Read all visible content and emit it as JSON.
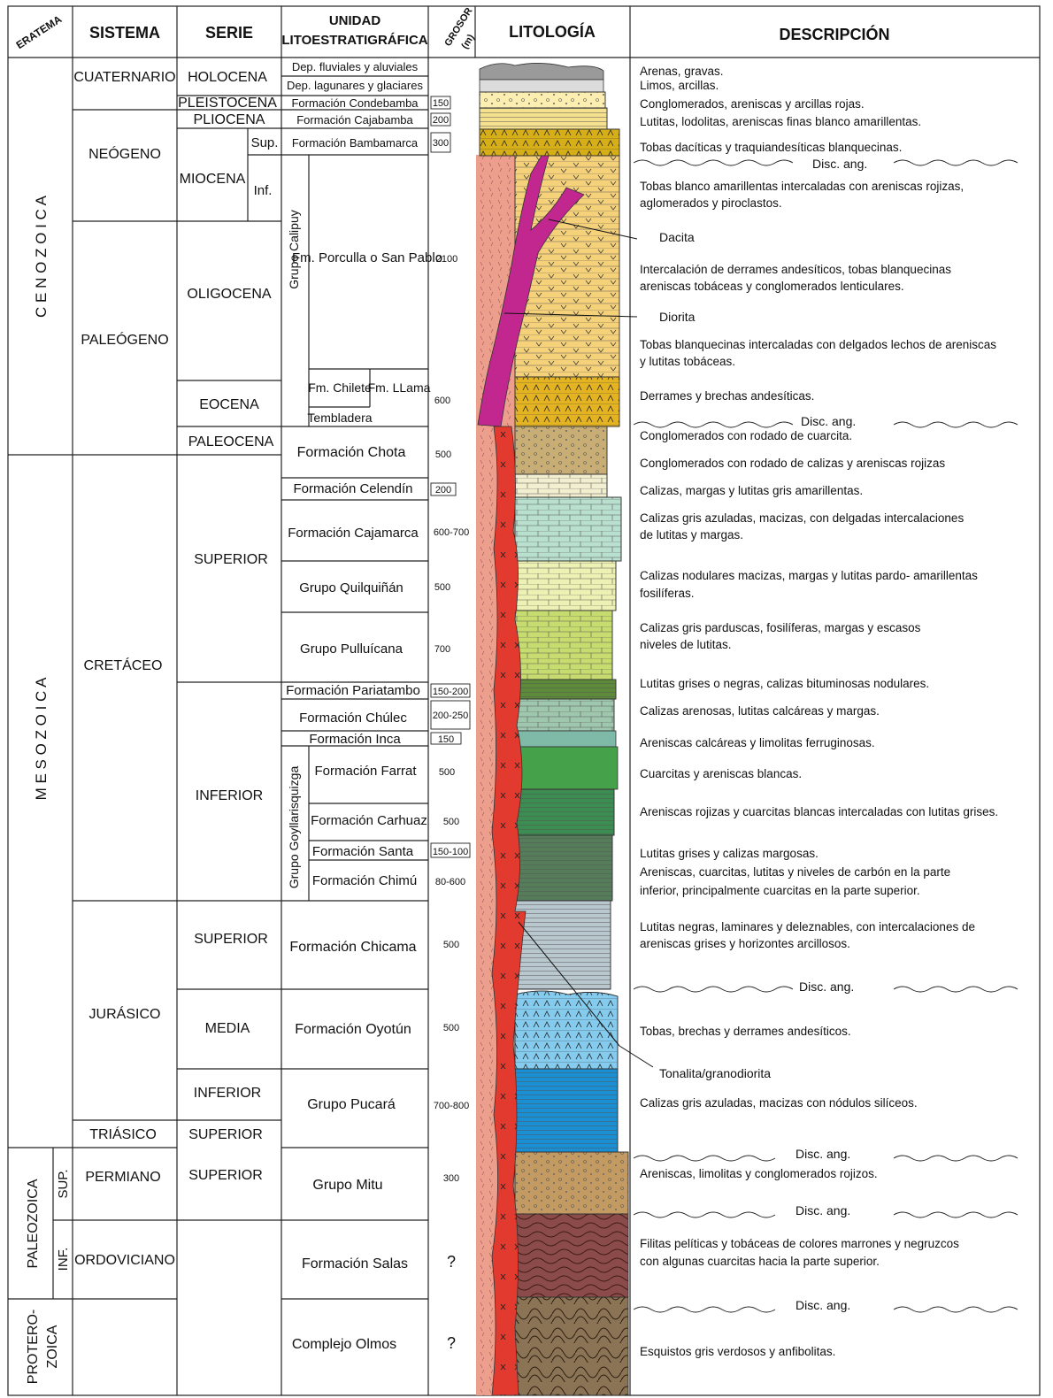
{
  "header": {
    "eratema": "ERATEMA",
    "sistema": "SISTEMA",
    "serie": "SERIE",
    "unidad_1": "UNIDAD",
    "unidad_2": "LITOESTRATIGRÁFICA",
    "grosor_1": "GROSOR",
    "grosor_2": "(m)",
    "litologia": "LITOLOGÍA",
    "descripcion": "DESCRIPCIÓN"
  },
  "eras": [
    {
      "id": "cenozoica",
      "label": "C E N O Z O I C A"
    },
    {
      "id": "mesozoica",
      "label": "M E S O Z O I C A"
    },
    {
      "id": "paleozoica",
      "label": "PALEOZOICA",
      "sub": [
        "SUP.",
        "INF."
      ]
    },
    {
      "id": "proterozoica",
      "label": [
        "PROTERO-",
        "ZOICA"
      ]
    }
  ],
  "sistemas": [
    "CUATERNARIO",
    "NEÓGENO",
    "PALEÓGENO",
    "CRETÁCEO",
    "JURÁSICO",
    "TRIÁSICO",
    "PERMIANO",
    "ORDOVICIANO"
  ],
  "series": [
    "HOLOCENA",
    "PLEISTOCENA",
    "PLIOCENA",
    "MIOCENA",
    "Sup.",
    "Inf.",
    "OLIGOCENA",
    "EOCENA",
    "PALEOCENA",
    "SUPERIOR",
    "INFERIOR",
    "SUPERIOR",
    "MEDIA",
    "INFERIOR",
    "SUPERIOR",
    "SUPERIOR"
  ],
  "grupos": [
    "Grupo Calipuy",
    "Grupo Goyllarisquizga"
  ],
  "unidades": [
    {
      "name": "Dep. fluviales y aluviales",
      "grosor": ""
    },
    {
      "name": "Dep. lagunares y glaciares",
      "grosor": ""
    },
    {
      "name": "Formación Condebamba",
      "grosor": "150"
    },
    {
      "name": "Formación Cajabamba",
      "grosor": "200"
    },
    {
      "name": "Formación Bambamarca",
      "grosor": "300"
    },
    {
      "name": "Fm. Porculla o San Pablo",
      "grosor": "2100"
    },
    {
      "name": "Fm. Chilete",
      "grosor": ""
    },
    {
      "name": "Fm. LLama",
      "grosor": "600"
    },
    {
      "name": "Tembladera",
      "grosor": ""
    },
    {
      "name": "Formación Chota",
      "grosor": "500"
    },
    {
      "name": "Formación Celendín",
      "grosor": "200"
    },
    {
      "name": "Formación Cajamarca",
      "grosor": "600-700"
    },
    {
      "name": "Grupo Quilquiñán",
      "grosor": "500"
    },
    {
      "name": "Grupo Pulluícana",
      "grosor": "700"
    },
    {
      "name": "Formación Pariatambo",
      "grosor": "150-200"
    },
    {
      "name": "Formación Chúlec",
      "grosor": "200-250"
    },
    {
      "name": "Formación Inca",
      "grosor": "150"
    },
    {
      "name": "Formación Farrat",
      "grosor": "500"
    },
    {
      "name": "Formación Carhuaz",
      "grosor": "500"
    },
    {
      "name": "Formación Santa",
      "grosor": "150-100"
    },
    {
      "name": "Formación Chimú",
      "grosor": "80-600"
    },
    {
      "name": "Formación Chicama",
      "grosor": "500"
    },
    {
      "name": "Formación Oyotún",
      "grosor": "500"
    },
    {
      "name": "Grupo Pucará",
      "grosor": "700-800"
    },
    {
      "name": "Grupo Mitu",
      "grosor": "300"
    },
    {
      "name": "Formación Salas",
      "grosor": "?"
    },
    {
      "name": "Complejo Olmos",
      "grosor": "?"
    }
  ],
  "descripciones": [
    "Arenas, gravas.",
    "Limos, arcillas.",
    "Conglomerados, areniscas y arcillas rojas.",
    "Lutitas, lodolitas, areniscas finas blanco amarillentas.",
    "Tobas dacíticas y traquiandesíticas blanquecinas.",
    "Tobas blanco amarillentas intercaladas con areniscas rojizas,",
    "aglomerados y piroclastos.",
    "Intercalación de derrames andesíticos, tobas blanquecinas",
    "areniscas tobáceas y conglomerados lenticulares.",
    "Tobas blanquecinas intercaladas con delgados lechos de areniscas",
    "y lutitas tobáceas.",
    "Derrames y brechas andesíticas.",
    "Conglomerados con rodado de cuarcita.",
    "Conglomerados con rodado de calizas y areniscas rojizas",
    "Calizas, margas y lutitas gris amarillentas.",
    "Calizas gris azuladas, macizas, con delgadas intercalaciones",
    "de lutitas y margas.",
    "Calizas nodulares macizas, margas y lutitas pardo- amarillentas",
    "fosilíferas.",
    "Calizas gris parduscas, fosilíferas, margas y escasos",
    "niveles de lutitas.",
    "Lutitas grises o negras, calizas bituminosas nodulares.",
    "Calizas arenosas, lutitas calcáreas y margas.",
    "Areniscas calcáreas y limolitas ferruginosas.",
    "Cuarcitas y areniscas blancas.",
    "Areniscas rojizas y cuarcitas blancas intercaladas con lutitas grises.",
    "Lutitas grises y calizas margosas.",
    "Areniscas, cuarcitas, lutitas y niveles de carbón en la parte",
    "inferior, principalmente cuarcitas en la parte superior.",
    "Lutitas negras, laminares y deleznables, con intercalaciones de",
    "areniscas grises y horizontes arcillosos.",
    "Tobas, brechas y derrames andesíticos.",
    "Calizas gris azuladas, macizas con nódulos silíceos.",
    "Areniscas, limolitas y conglomerados rojizos.",
    "Filitas pelíticas y tobáceas de colores marrones y negruzcos",
    "con algunas cuarcitas hacia la parte superior.",
    "Esquistos gris verdosos y anfibolitas."
  ],
  "intrusivos": [
    "Dacita",
    "Diorita",
    "Tonalita/granodiorita"
  ],
  "discordancia": "Disc. ang.",
  "colors": {
    "border": "#222222",
    "intrusive_red": "#e0392d",
    "intrusive_pink": "#c2278f",
    "host_salmon": "#e9a08f",
    "tobas_yellow": "#f4d58a",
    "andesite_gold": "#e3b52c",
    "oyotun_blue": "#7cc8ec",
    "pucara_blue": "#1e8fd0",
    "farrat_green": "#4caf50"
  }
}
